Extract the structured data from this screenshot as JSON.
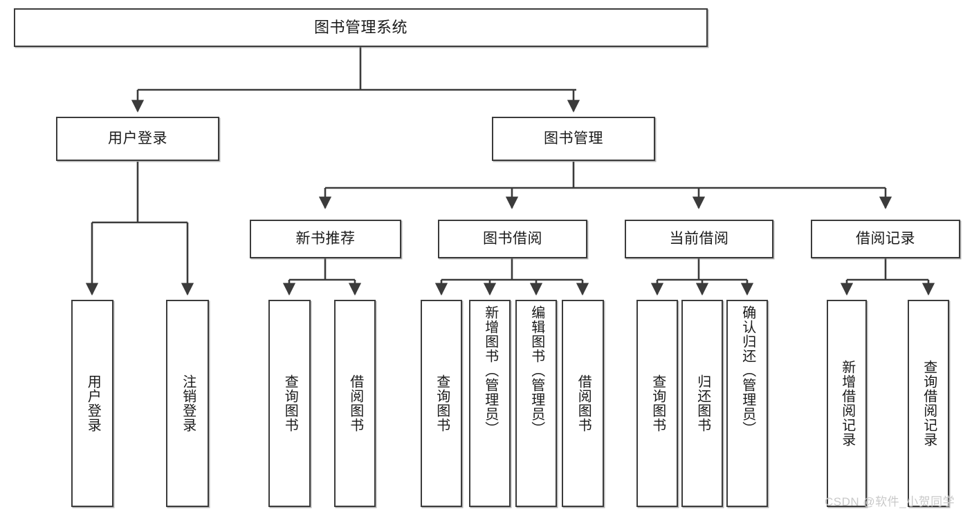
{
  "diagram": {
    "type": "tree",
    "title": "图书管理系统",
    "root": {
      "label": "图书管理系统"
    },
    "level1": [
      {
        "label": "用户登录"
      },
      {
        "label": "图书管理"
      }
    ],
    "level2": [
      {
        "label": "新书推荐"
      },
      {
        "label": "图书借阅"
      },
      {
        "label": "当前借阅"
      },
      {
        "label": "借阅记录"
      }
    ],
    "leaves": {
      "user_login": [
        {
          "label": "用户登录"
        },
        {
          "label": "注销登录"
        }
      ],
      "new_book_recommend": [
        {
          "label": "查询图书"
        },
        {
          "label": "借阅图书"
        }
      ],
      "book_borrow": [
        {
          "label": "查询图书"
        },
        {
          "label": "新增图书（管理员）"
        },
        {
          "label": "编辑图书（管理员）"
        },
        {
          "label": "借阅图书"
        }
      ],
      "current_borrow": [
        {
          "label": "查询图书"
        },
        {
          "label": "归还图书"
        },
        {
          "label": "确认归还（管理员）"
        }
      ],
      "borrow_record": [
        {
          "label": "新增借阅记录"
        },
        {
          "label": "查询借阅记录"
        }
      ]
    }
  },
  "watermark": {
    "text": "CSDN @软件_小贺同学"
  },
  "colors": {
    "box_border": "#3b3b3b",
    "box_fill": "#ffffff",
    "edge": "#3b3b3b",
    "text": "#1a1a1a",
    "watermark": "#c9c9c9",
    "background": "#ffffff"
  }
}
